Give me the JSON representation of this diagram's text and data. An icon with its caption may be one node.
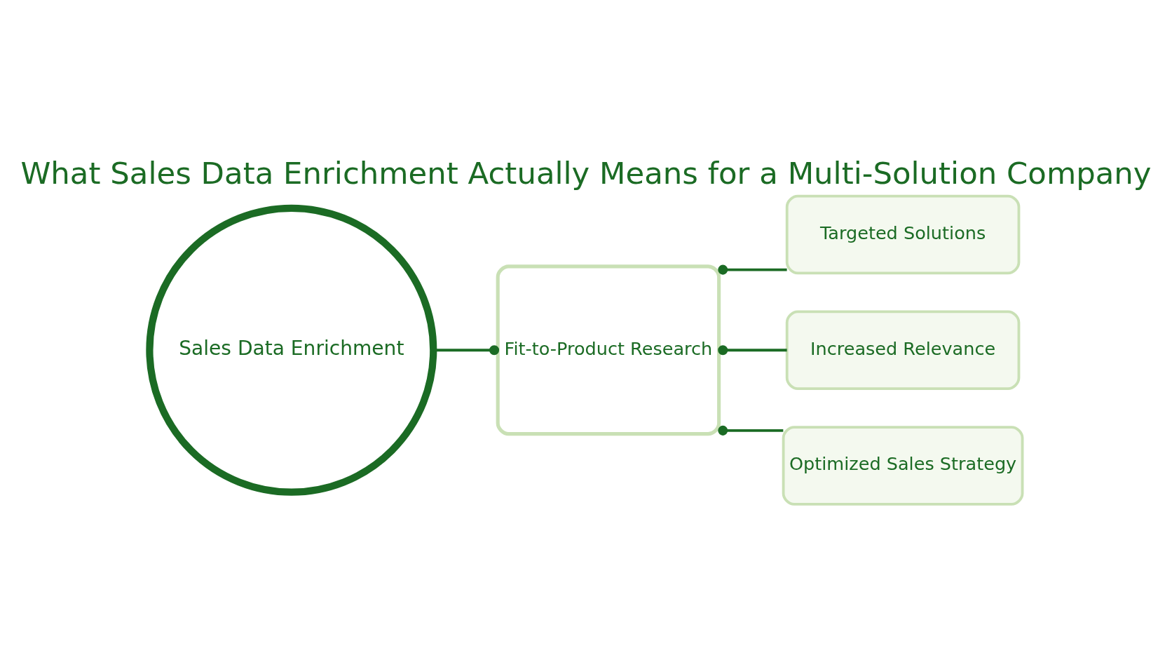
{
  "diagram": {
    "title": "What Sales Data Enrichment Actually Means for a Multi-Solution Company",
    "nodes": [
      {
        "text": [
          "Sales Data Enrichment"
        ]
      },
      {
        "text": [
          "Fit-to-Product Research"
        ]
      },
      {
        "text": [
          "Targeted Solutions"
        ]
      },
      {
        "text": [
          "Increased Relevance"
        ]
      },
      {
        "text": [
          "Optimized Sales Strategy"
        ]
      }
    ],
    "edges": [
      {
        "from": 0,
        "to": 1,
        "arrow": "other"
      },
      {
        "from": 1,
        "to": 2,
        "arrow": "other"
      },
      {
        "from": 1,
        "to": 3,
        "arrow": "other"
      },
      {
        "from": 1,
        "to": 4,
        "arrow": "other"
      }
    ]
  }
}
